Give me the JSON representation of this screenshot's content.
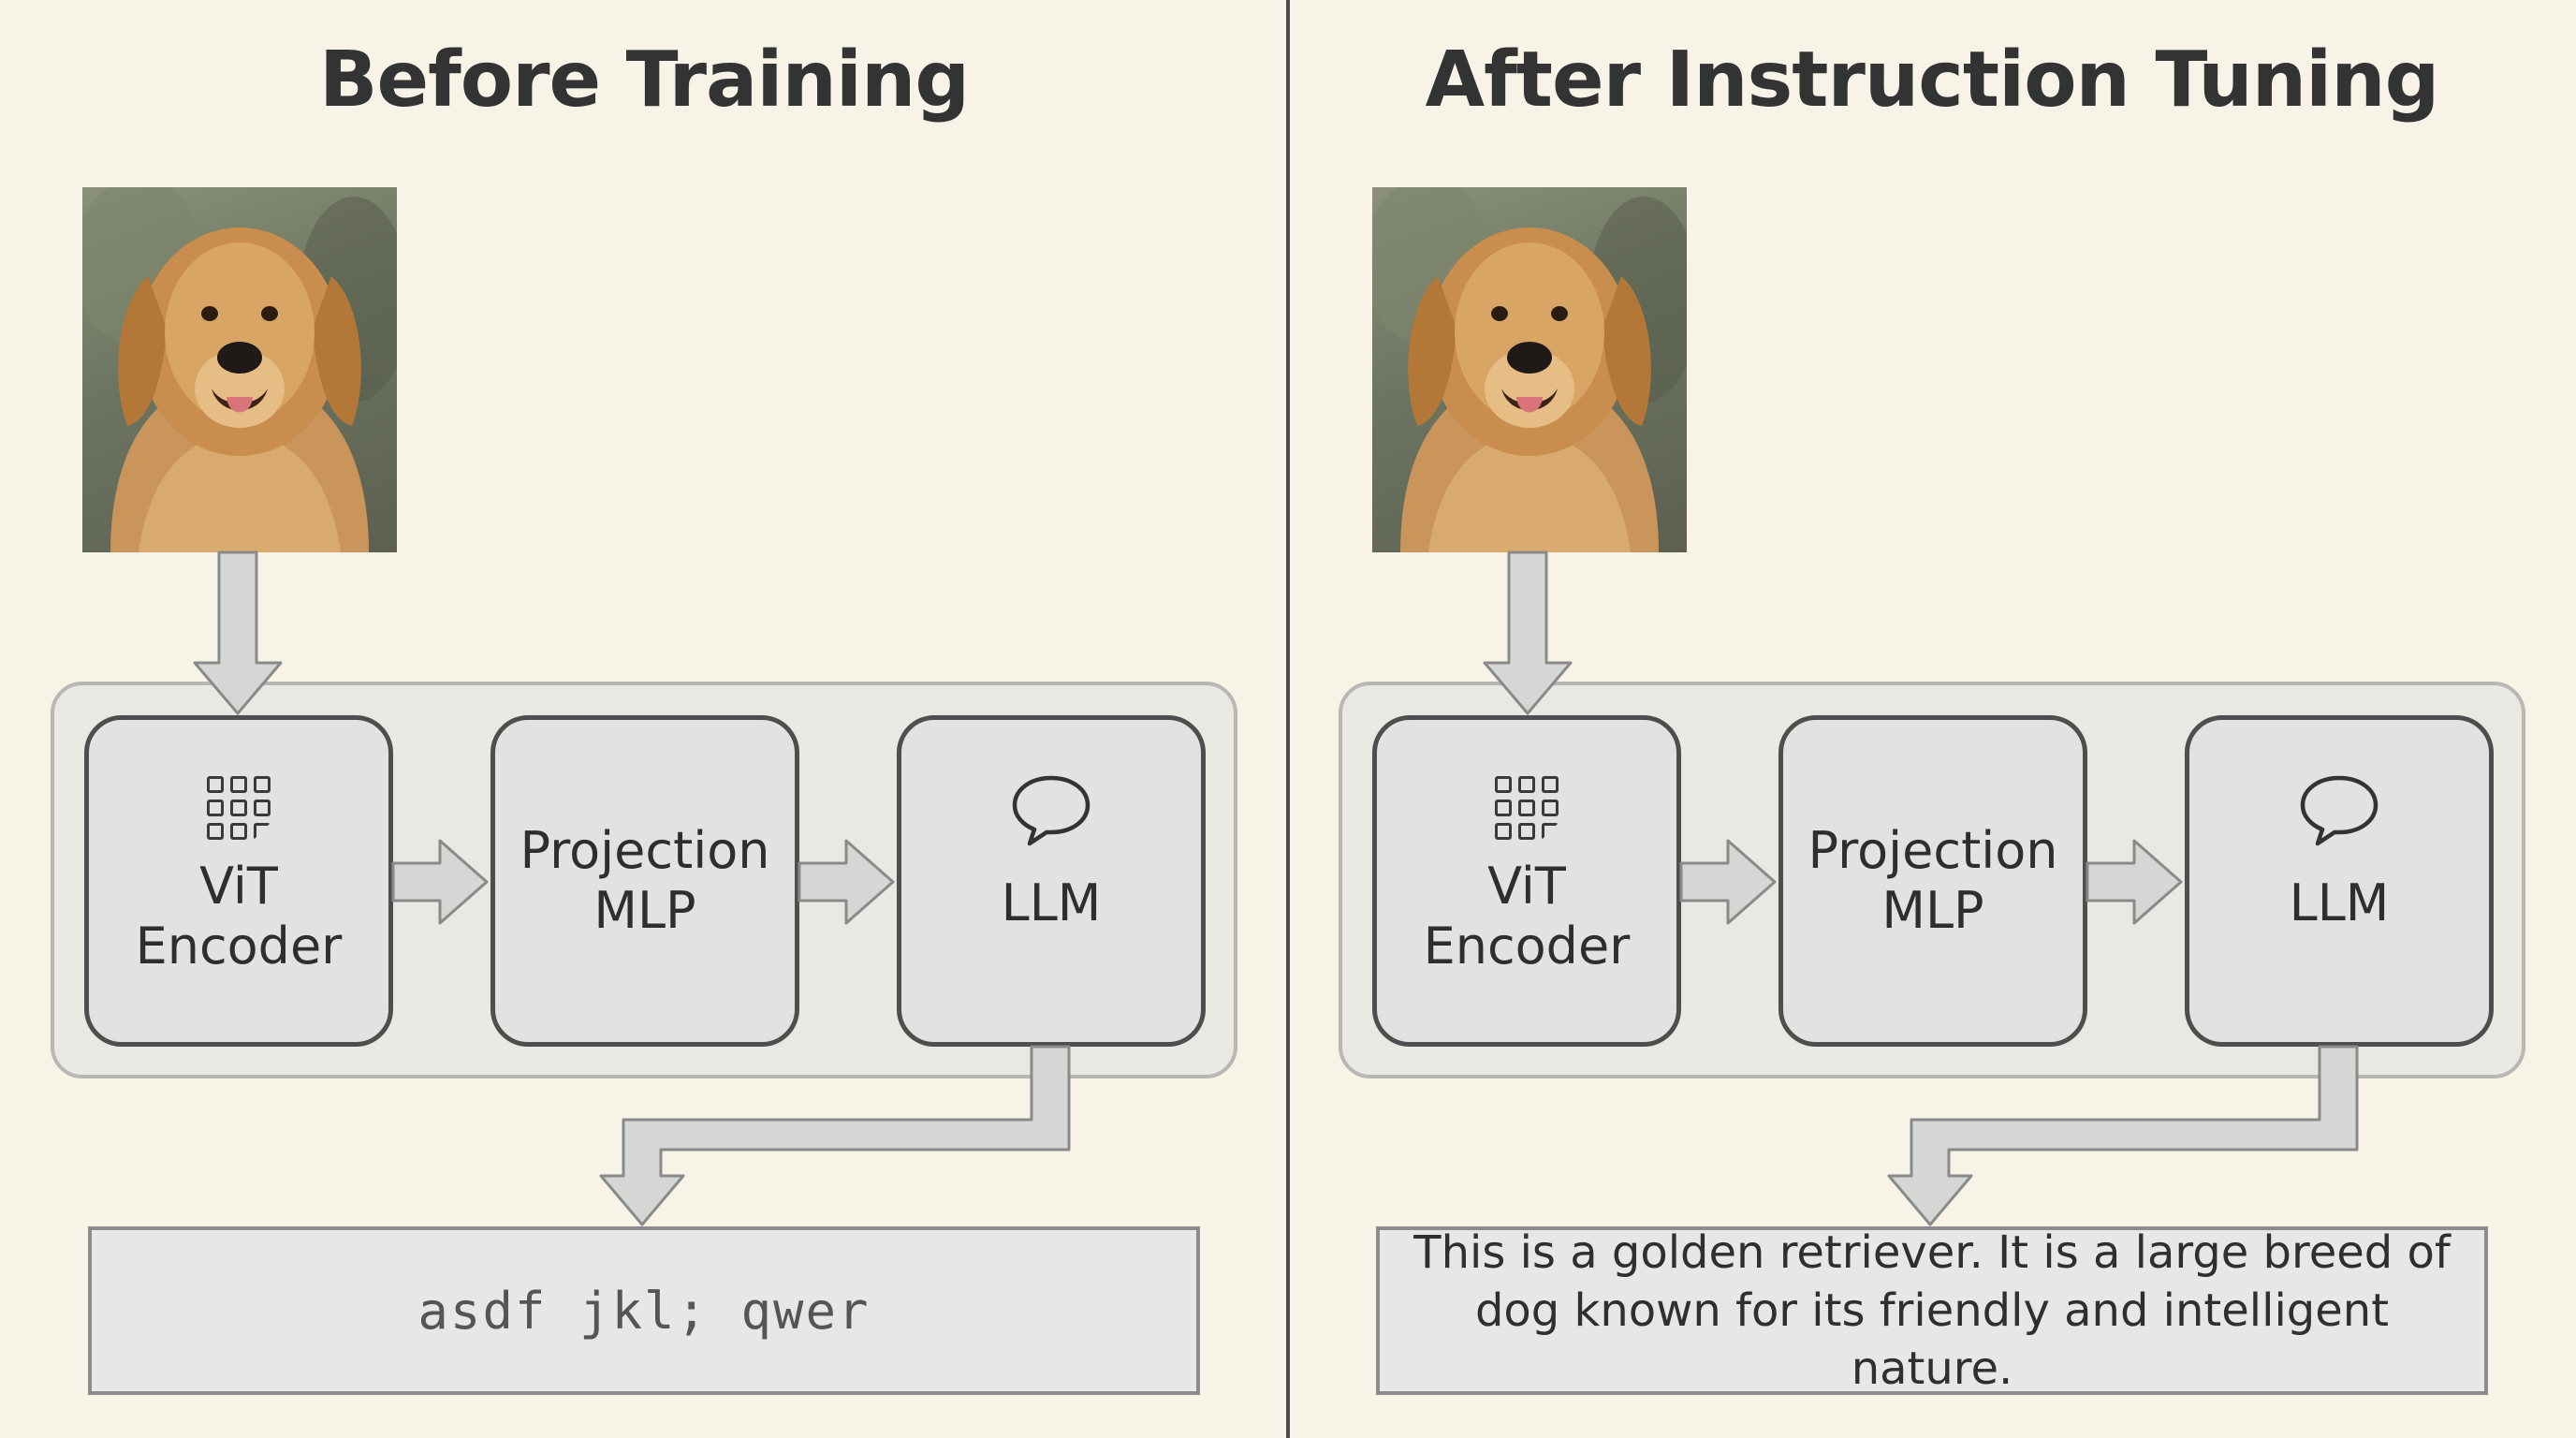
{
  "panels": [
    {
      "title": "Before Training",
      "blocks": {
        "vit": {
          "line1": "ViT",
          "line2": "Encoder",
          "icon": "grid-icon"
        },
        "projection": {
          "line1": "Projection",
          "line2": "MLP"
        },
        "llm": {
          "label": "LLM",
          "icon": "speech-bubble-icon"
        }
      },
      "output": "asdf jkl; qwer"
    },
    {
      "title": "After Instruction Tuning",
      "blocks": {
        "vit": {
          "line1": "ViT",
          "line2": "Encoder",
          "icon": "grid-icon"
        },
        "projection": {
          "line1": "Projection",
          "line2": "MLP"
        },
        "llm": {
          "label": "LLM",
          "icon": "speech-bubble-icon"
        }
      },
      "output_line1": "This is a golden retriever. It is a large breed of",
      "output_line2": "dog known for its friendly and intelligent nature."
    }
  ],
  "image": {
    "subject": "golden retriever photo"
  },
  "colors": {
    "background": "#f7f3e6",
    "block_border": "#4e4e4e",
    "arrow_fill": "#d6d6d4",
    "divider": "#4a4a4a"
  }
}
